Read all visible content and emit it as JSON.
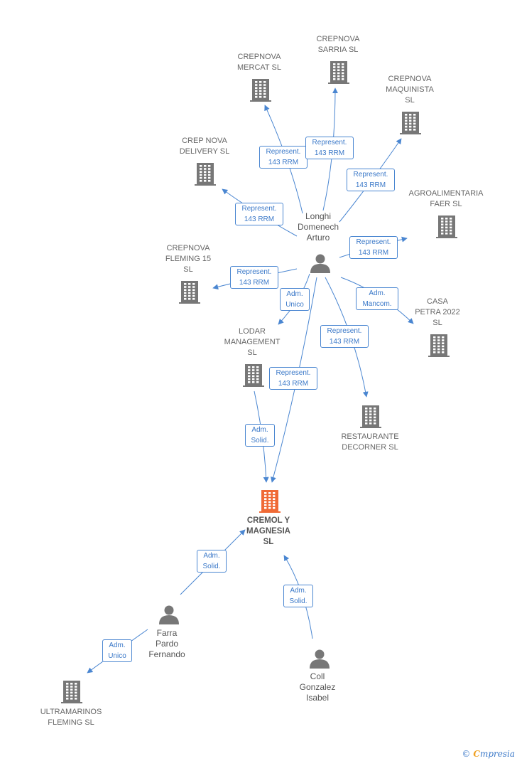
{
  "colors": {
    "edge": "#4a86d1",
    "company_icon": "#777777",
    "center_icon": "#f06a35",
    "person_icon": "#777777"
  },
  "nodes": {
    "crepnova_sarria": {
      "label": "CREPNOVA\nSARRIA  SL",
      "icon": "building-icon"
    },
    "crepnova_mercat": {
      "label": "CREPNOVA\nMERCAT  SL",
      "icon": "building-icon"
    },
    "crepnova_maquinista": {
      "label": "CREPNOVA\nMAQUINISTA\nSL",
      "icon": "building-icon"
    },
    "crep_nova_delivery": {
      "label": "CREP NOVA\nDELIVERY  SL",
      "icon": "building-icon"
    },
    "agroalimentaria_faer": {
      "label": "AGROALIMENTARIA\nFAER  SL",
      "icon": "building-icon"
    },
    "crepnova_fleming": {
      "label": "CREPNOVA\nFLEMING 15\nSL",
      "icon": "building-icon"
    },
    "casa_petra": {
      "label": "CASA\nPETRA 2022\nSL",
      "icon": "building-icon"
    },
    "lodar_management": {
      "label": "LODAR\nMANAGEMENT\nSL",
      "icon": "building-icon"
    },
    "restaurante_decorner": {
      "label": "RESTAURANTE\nDECORNER  SL",
      "icon": "building-icon"
    },
    "cremol_magnesia": {
      "label": "CREMOL Y\nMAGNESIA\nSL",
      "icon": "building-icon"
    },
    "ultramarinos_fleming": {
      "label": "ULTRAMARINOS\nFLEMING  SL",
      "icon": "building-icon"
    },
    "longhi": {
      "label": "Longhi\nDomenech\nArturo",
      "icon": "person-icon"
    },
    "farra": {
      "label": "Farra\nPardo\nFernando",
      "icon": "person-icon"
    },
    "coll": {
      "label": "Coll\nGonzalez\nIsabel",
      "icon": "person-icon"
    }
  },
  "edges": [
    {
      "id": "e-mercat",
      "label": "Represent.\n143 RRM"
    },
    {
      "id": "e-sarria",
      "label": "Represent.\n143 RRM"
    },
    {
      "id": "e-maquinista",
      "label": "Represent.\n143 RRM"
    },
    {
      "id": "e-delivery",
      "label": "Represent.\n143 RRM"
    },
    {
      "id": "e-faer",
      "label": "Represent.\n143 RRM"
    },
    {
      "id": "e-fleming15",
      "label": "Represent.\n143 RRM"
    },
    {
      "id": "e-lodar",
      "label": "Adm.\nUnico"
    },
    {
      "id": "e-casa",
      "label": "Adm.\nMancom."
    },
    {
      "id": "e-decorner",
      "label": "Represent.\n143 RRM"
    },
    {
      "id": "e-cremol-longhi",
      "label": "Represent.\n143 RRM"
    },
    {
      "id": "e-cremol-lodar",
      "label": "Adm.\nSolid."
    },
    {
      "id": "e-cremol-farra",
      "label": "Adm.\nSolid."
    },
    {
      "id": "e-cremol-coll",
      "label": "Adm.\nSolid."
    },
    {
      "id": "e-ultramarinos",
      "label": "Adm.\nUnico"
    }
  ],
  "footer": {
    "copyright": "©",
    "brand_first": "C",
    "brand_rest": "mpresia"
  }
}
